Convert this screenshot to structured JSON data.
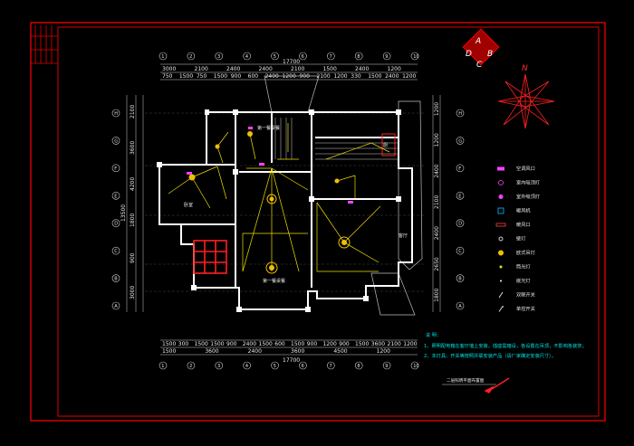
{
  "colors": {
    "background": "#000000",
    "frame": "#e00000",
    "wall": "#ffffff",
    "wiring": "#f0e000",
    "dimension": "#e8e8e8",
    "legend_symbol": "#ff40ff",
    "note_text": "#00e0e0"
  },
  "logo": {
    "letters": [
      "A",
      "D",
      "B",
      "C"
    ]
  },
  "north": {
    "label": "N"
  },
  "dims": {
    "total_top": "17700",
    "total_bottom": "17700",
    "top_row": [
      "3000",
      "2100",
      "2400",
      "2400",
      "2100",
      "1500",
      "2400",
      "1200"
    ],
    "top_row2": [
      "750",
      "1500",
      "750",
      "1500",
      "900",
      "600",
      "2400",
      "1200",
      "900",
      "2100",
      "1200",
      "330",
      "1500",
      "2400",
      "1200"
    ],
    "bottom_row": [
      "1500",
      "3600",
      "2400",
      "3600",
      "4500",
      "1200"
    ],
    "bottom_row2": [
      "1500",
      "300",
      "1500",
      "1500",
      "900",
      "2400",
      "1500",
      "600",
      "1500",
      "900",
      "1200",
      "900",
      "1500",
      "3600",
      "2100",
      "1200"
    ],
    "left_col": [
      "2100",
      "3600",
      "4200",
      "1800",
      "900",
      "3000"
    ],
    "left_total": "13500",
    "right_col": [
      "1200",
      "1200",
      "2400",
      "2100",
      "2400",
      "2650",
      "1800"
    ]
  },
  "axis_labels": {
    "left": [
      "H",
      "G",
      "F",
      "E",
      "D",
      "C",
      "B",
      "A"
    ],
    "right": [
      "H",
      "G",
      "F",
      "E",
      "D",
      "C",
      "B",
      "A"
    ],
    "top": [
      "1",
      "2",
      "3",
      "4",
      "5",
      "6",
      "7",
      "8",
      "9",
      "10"
    ],
    "bottom": [
      "1",
      "2",
      "3",
      "4",
      "5",
      "6",
      "7",
      "8",
      "9",
      "10"
    ]
  },
  "rooms": {
    "room_a": "卧室",
    "room_b": "第一餐桌餐",
    "room_c": "第一餐桌餐",
    "room_d": "客厅",
    "room_e": "厨"
  },
  "legend": {
    "items": [
      {
        "icon": "air-outlet-icon",
        "label": "空调风口"
      },
      {
        "icon": "ceiling-lamp-icon",
        "label": "室内吸顶灯"
      },
      {
        "icon": "outdoor-lamp-icon",
        "label": "室外吸顶灯"
      },
      {
        "icon": "exhaust-fan-icon",
        "label": "暖风机"
      },
      {
        "icon": "return-vent-icon",
        "label": "暖风口"
      },
      {
        "icon": "wall-lamp-icon",
        "label": "壁灯"
      },
      {
        "icon": "chandelier-icon",
        "label": "欧式吊灯"
      },
      {
        "icon": "spotlight-icon",
        "label": "筒光灯"
      },
      {
        "icon": "downlight-icon",
        "label": "嵌光灯"
      },
      {
        "icon": "double-switch-icon",
        "label": "双联开关"
      },
      {
        "icon": "single-switch-icon",
        "label": "单控开关"
      }
    ]
  },
  "notes": {
    "heading": "说  明：",
    "line1": "1、照明配电箱在客厅墙上安装，插座需暗设，各设置在吊顶，不影响各装饰；",
    "line2": "2、本灯具、开关等按照并联安装产品（请厂家确定安装尺寸）。"
  },
  "plan_title": "二层照明平面布置图"
}
